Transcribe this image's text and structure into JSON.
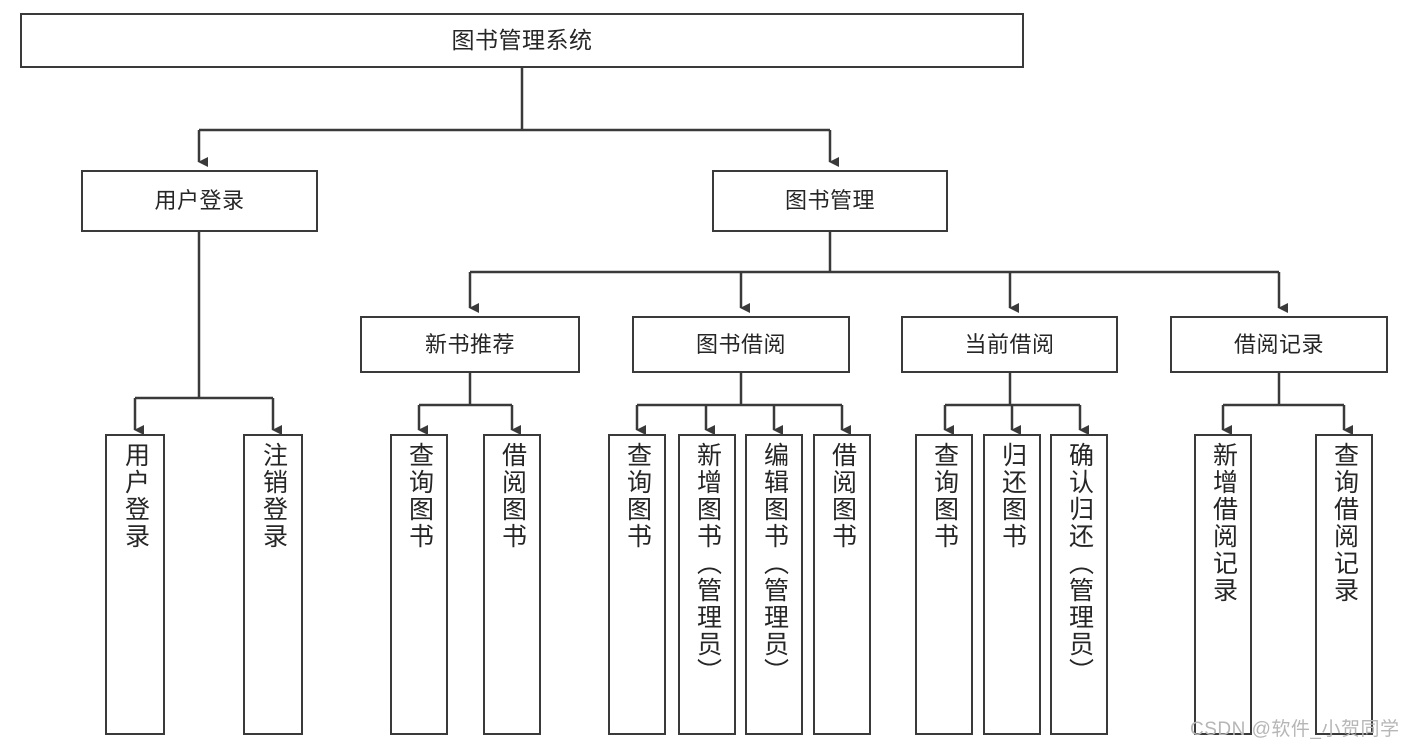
{
  "diagram": {
    "title": "图书管理系统",
    "type": "tree-hierarchy",
    "root": {
      "label": "图书管理系统"
    },
    "level1": [
      {
        "label": "用户登录"
      },
      {
        "label": "图书管理"
      }
    ],
    "level2": [
      {
        "label": "新书推荐"
      },
      {
        "label": "图书借阅"
      },
      {
        "label": "当前借阅"
      },
      {
        "label": "借阅记录"
      }
    ],
    "leaves": {
      "user_login": [
        {
          "label": "用户登录"
        },
        {
          "label": "注销登录"
        }
      ],
      "new_book_recommend": [
        {
          "label": "查询图书"
        },
        {
          "label": "借阅图书"
        }
      ],
      "book_borrow": [
        {
          "label": "查询图书"
        },
        {
          "label": "新增图书（管理员）"
        },
        {
          "label": "编辑图书（管理员）"
        },
        {
          "label": "借阅图书"
        }
      ],
      "current_borrow": [
        {
          "label": "查询图书"
        },
        {
          "label": "归还图书"
        },
        {
          "label": "确认归还（管理员）"
        }
      ],
      "borrow_record": [
        {
          "label": "新增借阅记录"
        },
        {
          "label": "查询借阅记录"
        }
      ]
    }
  },
  "watermark": {
    "text": "CSDN @软件_小贺同学"
  },
  "colors": {
    "box_border": "#3a3a3a",
    "box_fill": "#ffffff",
    "text": "#262626",
    "connector": "#3a3a3a",
    "watermark": "#b6b6b6"
  }
}
